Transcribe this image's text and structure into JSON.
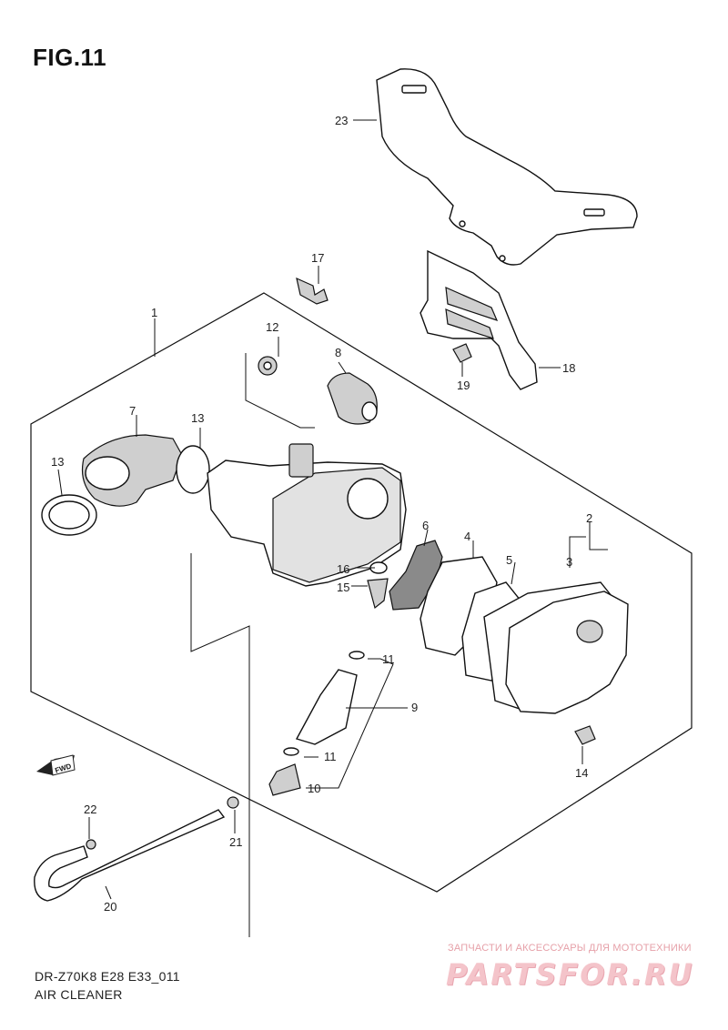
{
  "figure": {
    "title": "FIG.11"
  },
  "footer": {
    "model_code": "DR-Z70K8 E28 E33_011",
    "section_name": "AIR CLEANER"
  },
  "watermark": {
    "tagline": "ЗАПЧАСТИ И АКСЕССУАРЫ ДЛЯ МОТОТЕХНИКИ",
    "logo_text": "PARTSFOR.RU"
  },
  "direction_badge": {
    "label": "FWD"
  },
  "callouts": {
    "c1": "1",
    "c2": "2",
    "c3": "3",
    "c4": "4",
    "c5": "5",
    "c6": "6",
    "c7": "7",
    "c8": "8",
    "c9": "9",
    "c10": "10",
    "c11a": "11",
    "c11b": "11",
    "c12": "12",
    "c13a": "13",
    "c13b": "13",
    "c14": "14",
    "c15": "15",
    "c16": "16",
    "c17": "17",
    "c18": "18",
    "c19": "19",
    "c20": "20",
    "c21": "21",
    "c22": "22",
    "c23": "23"
  }
}
